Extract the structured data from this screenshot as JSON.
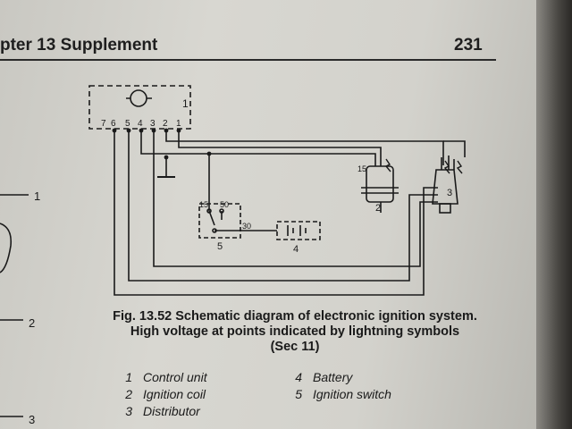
{
  "header": {
    "chapter": "pter 13 Supplement",
    "page_number": "231"
  },
  "left_labels": [
    "1",
    "2",
    "3"
  ],
  "diagram": {
    "control_unit_label": "1",
    "terminals": [
      "7",
      "6",
      "5",
      "4",
      "3",
      "2",
      "1"
    ],
    "coil_label": "2",
    "coil_terminal": "15",
    "distributor_label": "3",
    "switch_label": "5",
    "switch_terminals": [
      "15",
      "50",
      "30"
    ],
    "battery_label": "4"
  },
  "caption": {
    "line1": "Fig. 13.52 Schematic diagram of electronic ignition system.",
    "line2": "High voltage at points indicated by lightning symbols",
    "line3": "(Sec 11)"
  },
  "legend": {
    "left": [
      {
        "num": "1",
        "text": "Control unit"
      },
      {
        "num": "2",
        "text": "Ignition coil"
      },
      {
        "num": "3",
        "text": "Distributor"
      }
    ],
    "right": [
      {
        "num": "4",
        "text": "Battery"
      },
      {
        "num": "5",
        "text": "Ignition switch"
      }
    ]
  }
}
